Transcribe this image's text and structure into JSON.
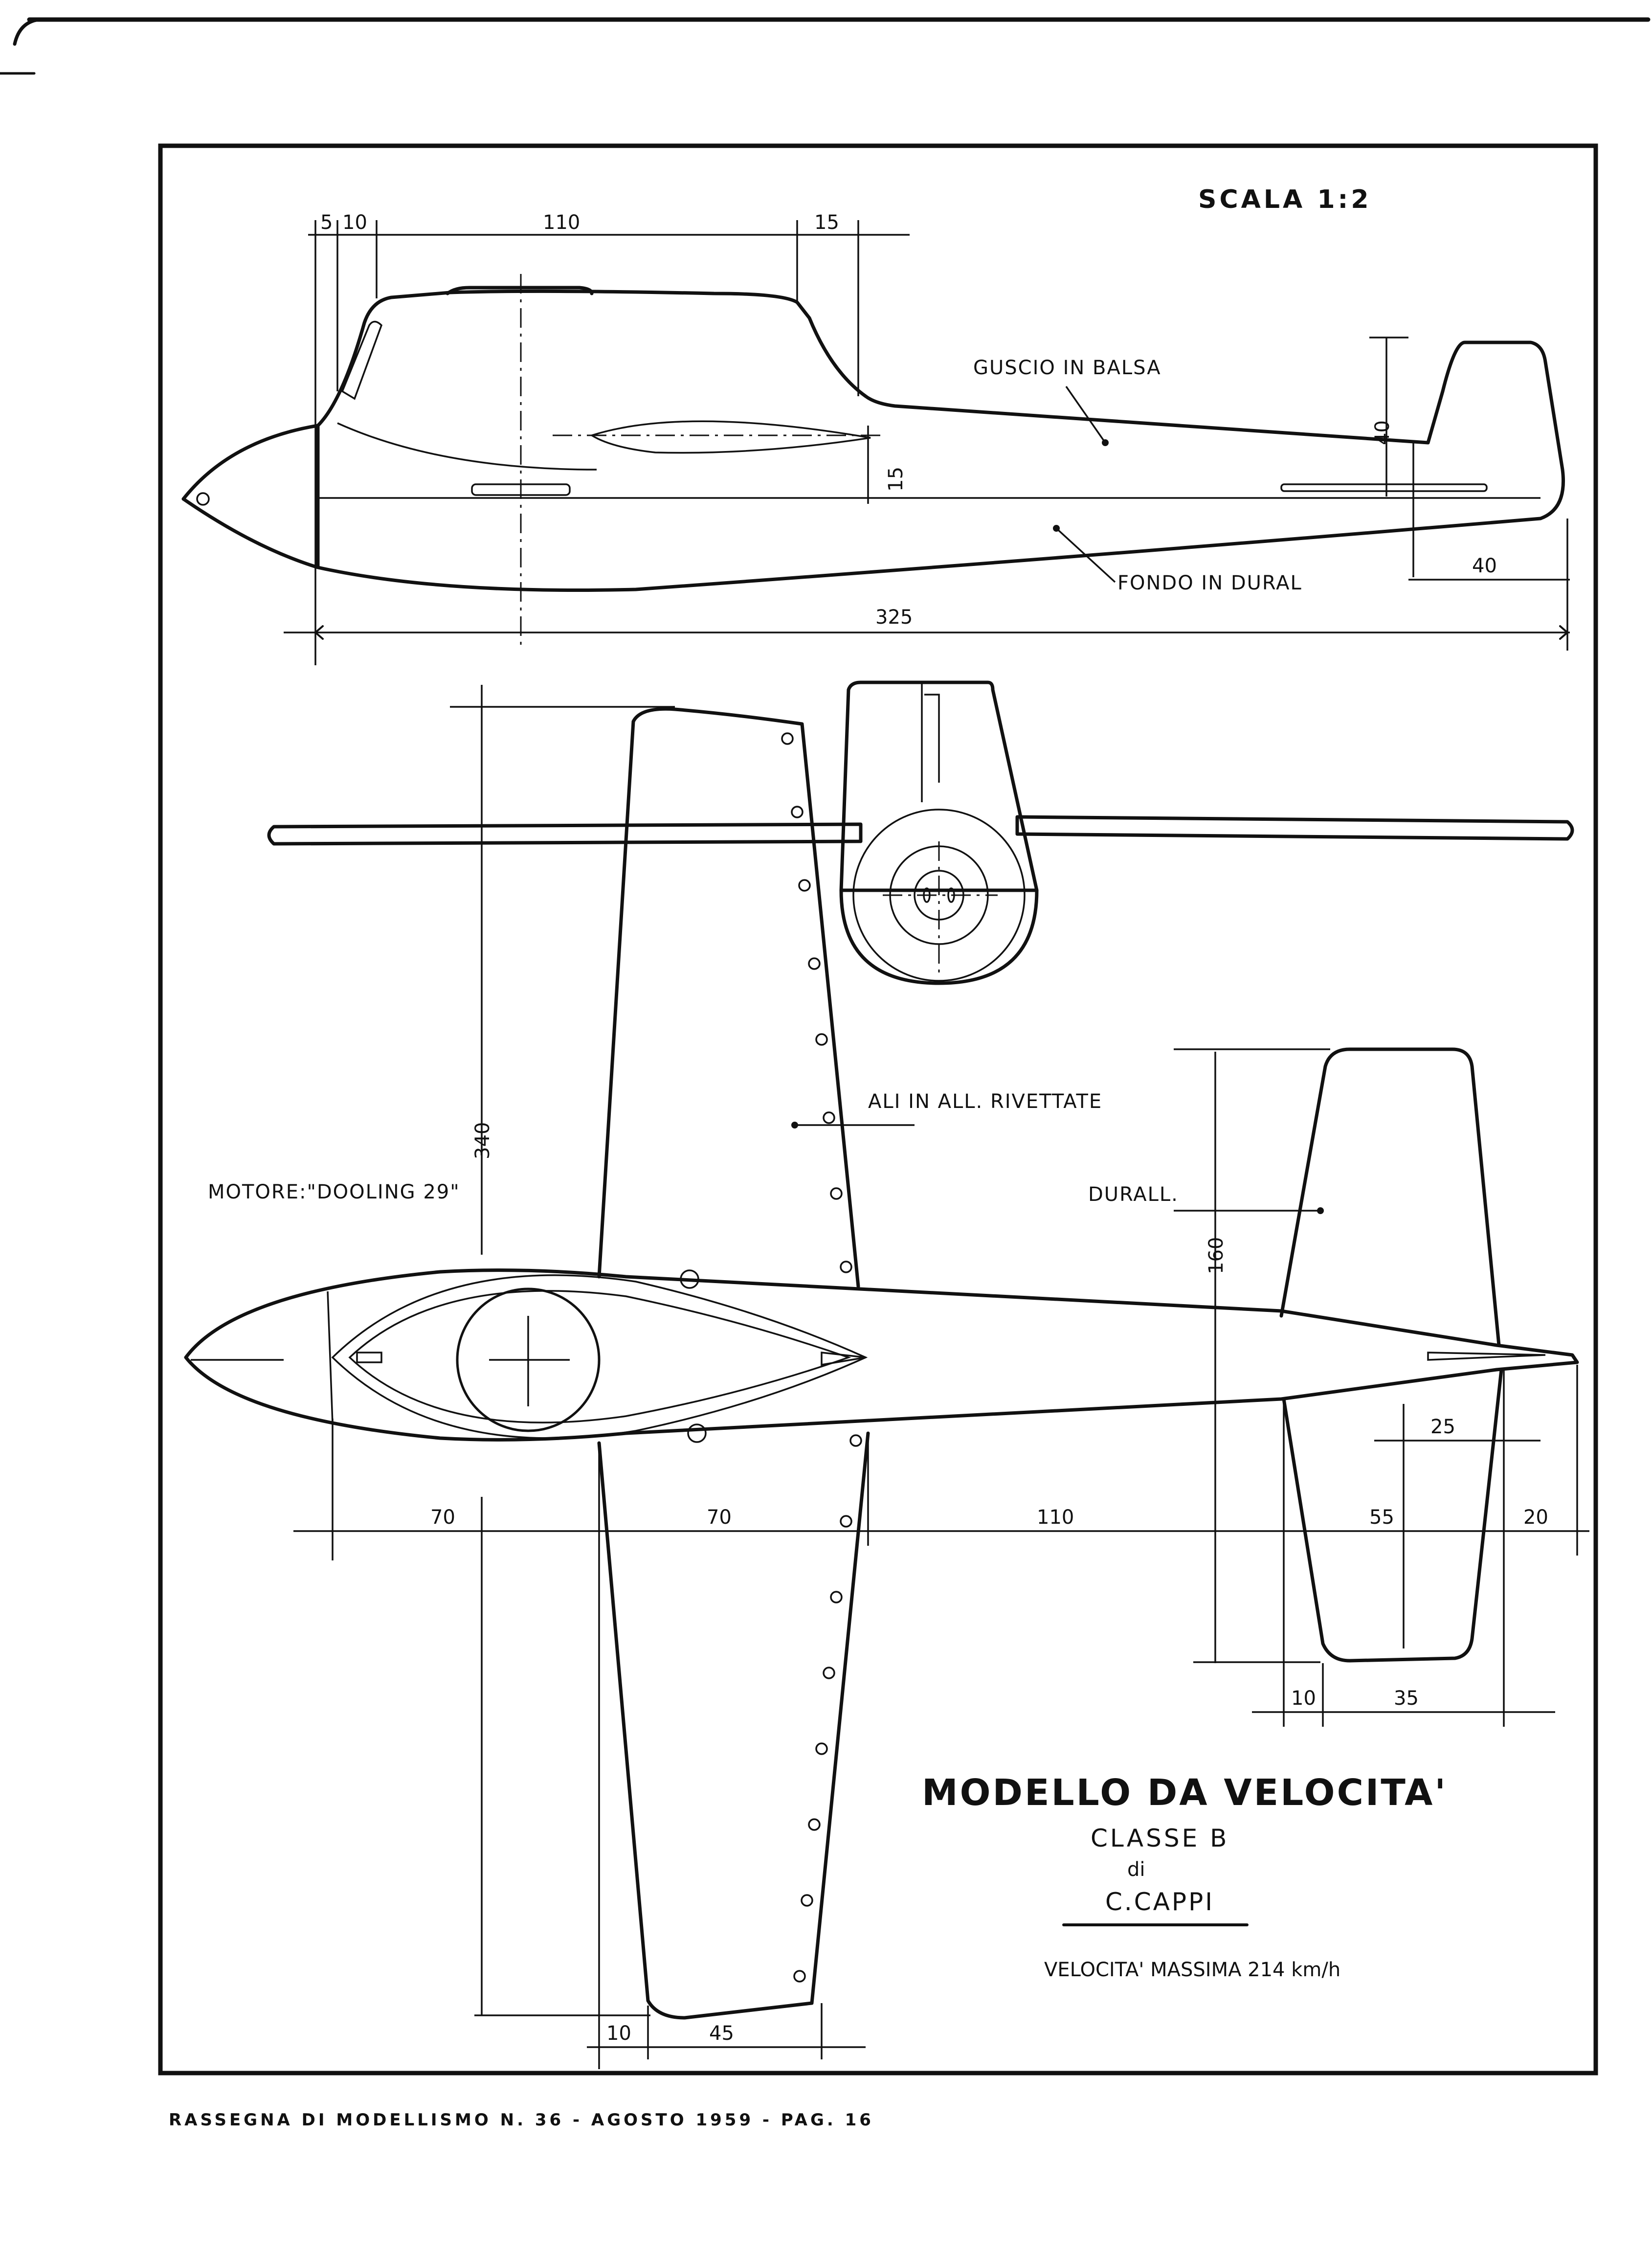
{
  "scale_label": "SCALA 1:2",
  "labels": {
    "shell": "GUSCIO IN BALSA",
    "bottom": "FONDO IN DURAL",
    "wings": "ALI IN ALL. RIVETTATE",
    "tail_material": "DURALL.",
    "engine": "MOTORE:\"DOOLING 29\""
  },
  "dimensions": {
    "side_5": "5",
    "side_10": "10",
    "side_110": "110",
    "side_15": "15",
    "side_15_vert": "15",
    "side_40_vert": "40",
    "side_40_horiz": "40",
    "length_325": "325",
    "span_340": "340",
    "tail_160": "160",
    "plan_70_a": "70",
    "plan_70_b": "70",
    "plan_110": "110",
    "tail_25": "25",
    "tail_55": "55",
    "tail_20": "20",
    "tail_10": "10",
    "tail_35": "35",
    "wing_10": "10",
    "wing_45": "45"
  },
  "title_block": {
    "title": "MODELLO DA VELOCITA'",
    "class": "CLASSE B",
    "by": "di",
    "author": "C.CAPPI",
    "max_speed": "VELOCITA' MASSIMA 214 km/h"
  },
  "footer": "RASSEGNA DI MODELLISMO N. 36 - AGOSTO 1959 - PAG. 16"
}
